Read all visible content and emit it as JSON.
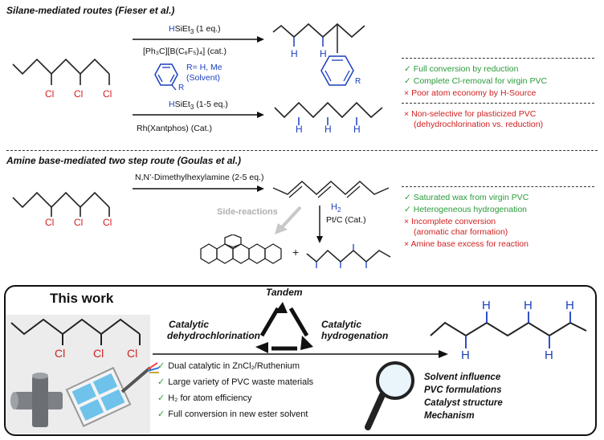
{
  "sections": {
    "silane": {
      "title": "Silane-mediated routes (Fieser et al.)"
    },
    "amine": {
      "title": "Amine base-mediated two step route (Goulas et al.)"
    }
  },
  "reaction1": {
    "reagent_prefix": "H",
    "reagent_rest": "SiEt",
    "reagent_sub": "3",
    "reagent_suffix": " (1 eq.)",
    "catalyst": "[Ph₃C][B(C₆F₅)₄] (cat.)",
    "solvent_note_line1": "R= H, Me",
    "solvent_note_line2": "(Solvent)"
  },
  "reaction2": {
    "reagent_prefix": "H",
    "reagent_rest": "SiEt",
    "reagent_sub": "3",
    "reagent_suffix": " (1-5 eq.)",
    "catalyst": "Rh(Xantphos) (Cat.)"
  },
  "silane_notes": [
    {
      "mark": "✓",
      "text": "Full conversion by reduction",
      "color": "#2a9a3a"
    },
    {
      "mark": "✓",
      "text": "Complete Cl-removal for virgin PVC",
      "color": "#2a9a3a"
    },
    {
      "mark": "×",
      "text": "Poor atom economy by H-Source",
      "color": "#d02020"
    },
    {
      "mark": "×",
      "text": "Non-selective for plasticized PVC",
      "color": "#d02020"
    },
    {
      "mark": "",
      "text": "(dehydrochlorination vs. reduction)",
      "color": "#d02020"
    }
  ],
  "amine_route": {
    "reagent": "N,N’-Dimethylhexylamine (2-5 eq.)",
    "side_reactions": "Side-reactions",
    "h2_label": "H",
    "h2_sub": "2",
    "catalyst": "Pt/C (Cat.)",
    "plus": "+"
  },
  "amine_notes": [
    {
      "mark": "✓",
      "text": "Saturated wax from virgin PVC",
      "color": "#2a9a3a"
    },
    {
      "mark": "✓",
      "text": "Heterogeneous hydrogenation",
      "color": "#2a9a3a"
    },
    {
      "mark": "×",
      "text": "Incomplete conversion",
      "color": "#d02020"
    },
    {
      "mark": "",
      "text": "(aromatic char formation)",
      "color": "#d02020"
    },
    {
      "mark": "×",
      "text": "Amine base excess for reaction",
      "color": "#d02020"
    }
  ],
  "atoms": {
    "cl": "Cl",
    "h": "H"
  },
  "this_work": {
    "title": "This work",
    "tandem": "Tandem",
    "step1_line1": "Catalytic",
    "step1_line2": "dehydrochlorination",
    "step2_line1": "Catalytic",
    "step2_line2": "hydrogenation",
    "bullets": [
      "Dual catalytic in ZnCl₂/Ruthenium",
      "Large variety of PVC waste materials",
      "H₂ for atom efficiency",
      "Full conversion in new ester solvent"
    ],
    "analysis": [
      "Solvent influence",
      "PVC formulations",
      "Catalyst structure",
      "Mechanism"
    ]
  }
}
